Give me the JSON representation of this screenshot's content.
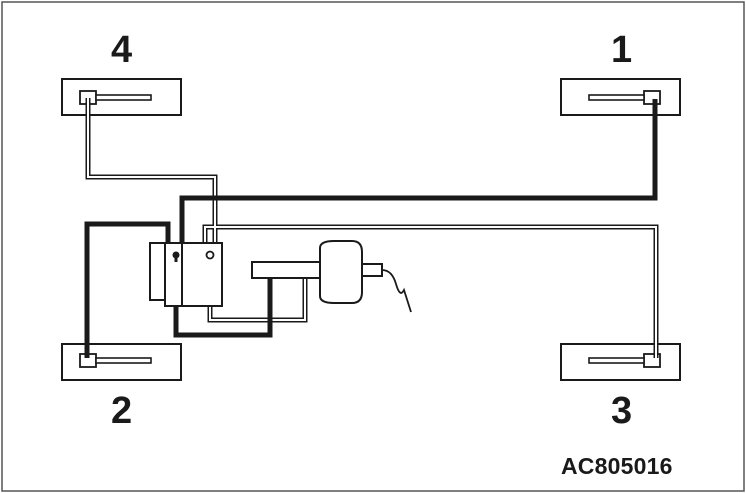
{
  "wheels": {
    "wheel_1": "1",
    "wheel_2": "2",
    "wheel_3": "3",
    "wheel_4": "4"
  },
  "figure_code": "AC805016",
  "colors": {
    "frame": "#555555",
    "stroke": "#1a1a1a",
    "double_line": "#ffffff"
  }
}
